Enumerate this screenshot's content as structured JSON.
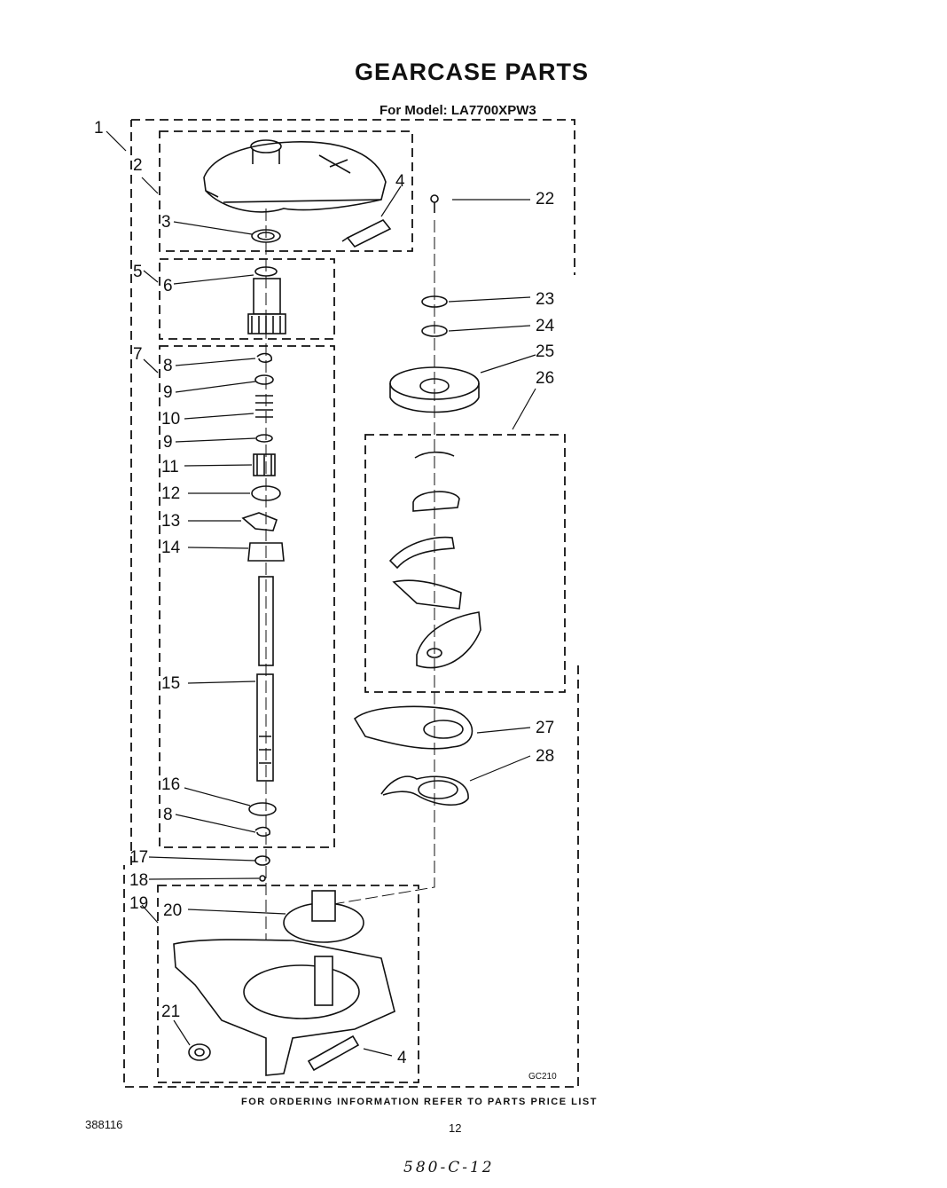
{
  "header": {
    "title": "GEARCASE PARTS",
    "model_line": "For Model: LA7700XPW3"
  },
  "callouts": [
    {
      "num": "1"
    },
    {
      "num": "2"
    },
    {
      "num": "3"
    },
    {
      "num": "4"
    },
    {
      "num": "5"
    },
    {
      "num": "6"
    },
    {
      "num": "7"
    },
    {
      "num": "8"
    },
    {
      "num": "9"
    },
    {
      "num": "10"
    },
    {
      "num": "9"
    },
    {
      "num": "11"
    },
    {
      "num": "12"
    },
    {
      "num": "13"
    },
    {
      "num": "14"
    },
    {
      "num": "15"
    },
    {
      "num": "16"
    },
    {
      "num": "8"
    },
    {
      "num": "17"
    },
    {
      "num": "18"
    },
    {
      "num": "19"
    },
    {
      "num": "20"
    },
    {
      "num": "21"
    },
    {
      "num": "22"
    },
    {
      "num": "23"
    },
    {
      "num": "24"
    },
    {
      "num": "25"
    },
    {
      "num": "26"
    },
    {
      "num": "27"
    },
    {
      "num": "28"
    },
    {
      "num": "4"
    }
  ],
  "diagram_code": "GC210",
  "footer": {
    "ordering_note": "FOR ORDERING INFORMATION REFER TO PARTS PRICE LIST",
    "doc_number": "388116",
    "page_number": "12",
    "handwritten_note": "580-C-12"
  }
}
